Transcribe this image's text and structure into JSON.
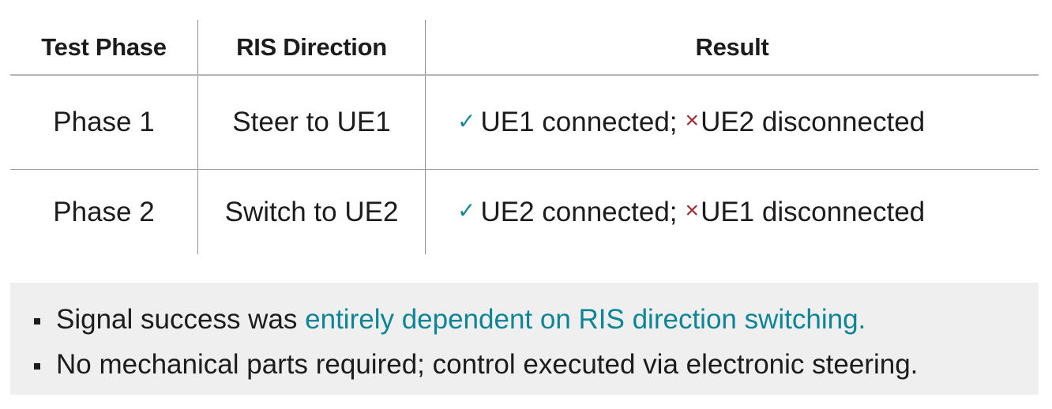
{
  "table": {
    "headers": [
      "Test Phase",
      "RIS Direction",
      "Result"
    ],
    "rows": [
      {
        "phase": "Phase 1",
        "direction": "Steer to UE1",
        "result": {
          "success_icon": "check-icon",
          "success_text": "UE1 connected;",
          "failure_icon": "cross-icon",
          "failure_text": "UE2 disconnected"
        }
      },
      {
        "phase": "Phase 2",
        "direction": "Switch to UE2",
        "result": {
          "success_icon": "check-icon",
          "success_text": "UE2 connected;",
          "failure_icon": "cross-icon",
          "failure_text": "UE1 disconnected"
        }
      }
    ]
  },
  "icons": {
    "check": "✓",
    "cross": "×"
  },
  "notes": {
    "items": [
      {
        "prefix": "Signal success was ",
        "highlight": "entirely dependent on RIS direction switching."
      },
      {
        "text": "No mechanical parts required; control executed via electronic steering."
      }
    ]
  },
  "colors": {
    "accent": "#0d8597",
    "success": "#138a9c",
    "failure": "#a02b32",
    "note_background": "#efefef",
    "text": "#1c1c1c"
  }
}
